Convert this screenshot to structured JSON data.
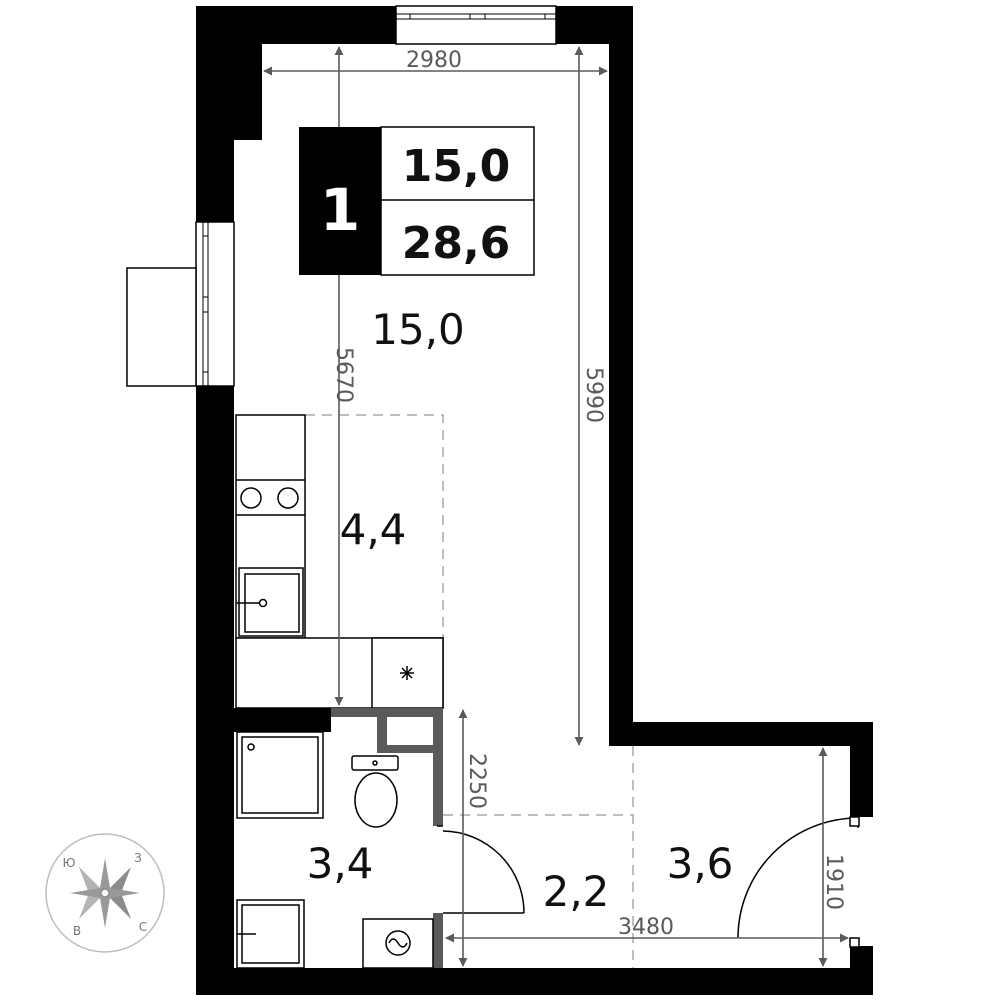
{
  "plan": {
    "badge": {
      "rooms": "1",
      "living_area": "15,0",
      "total_area": "28,6"
    },
    "rooms": [
      {
        "id": "living",
        "area": "15,0"
      },
      {
        "id": "kitchen",
        "area": "4,4"
      },
      {
        "id": "bathroom",
        "area": "3,4"
      },
      {
        "id": "hall",
        "area": "2,2"
      },
      {
        "id": "entrance",
        "area": "3,6"
      }
    ],
    "dimensions": {
      "top_width": "2980",
      "living_left_height": "5670",
      "living_right_height": "5990",
      "hall_height": "2250",
      "entrance_width": "3480",
      "entrance_height": "1910"
    },
    "compass": {
      "n": "Ю",
      "e": "З",
      "s": "С",
      "w": "В"
    },
    "colors": {
      "wall": "#000000",
      "partition": "#5a5a5a",
      "dim_line": "#5a5a5a",
      "dash": "#a8a8a8"
    }
  }
}
